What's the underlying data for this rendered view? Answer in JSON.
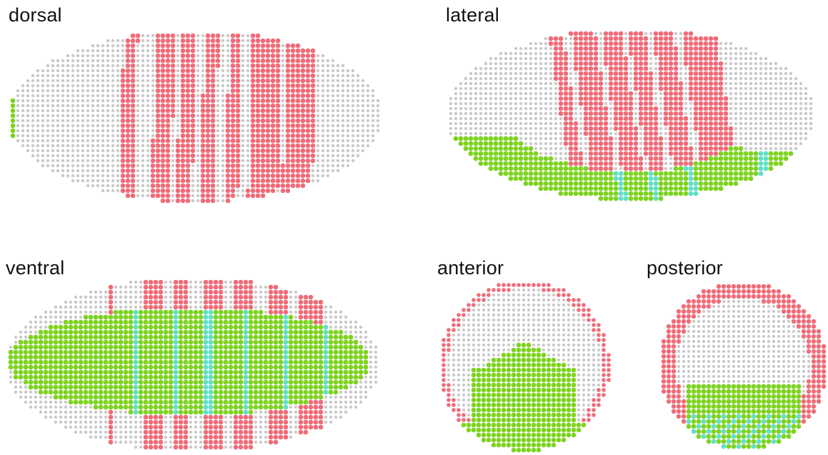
{
  "panels": {
    "dorsal": {
      "label": "dorsal"
    },
    "lateral": {
      "label": "lateral"
    },
    "ventral": {
      "label": "ventral"
    },
    "anterior": {
      "label": "anterior"
    },
    "posterior": {
      "label": "posterior"
    }
  },
  "colors": {
    "background": "#ffffff",
    "cell_gray": "#c9c9c9",
    "stripe_red": "#f16b78",
    "ventral_green": "#7ed321",
    "overlap_cyan": "#5fe0c8"
  }
}
